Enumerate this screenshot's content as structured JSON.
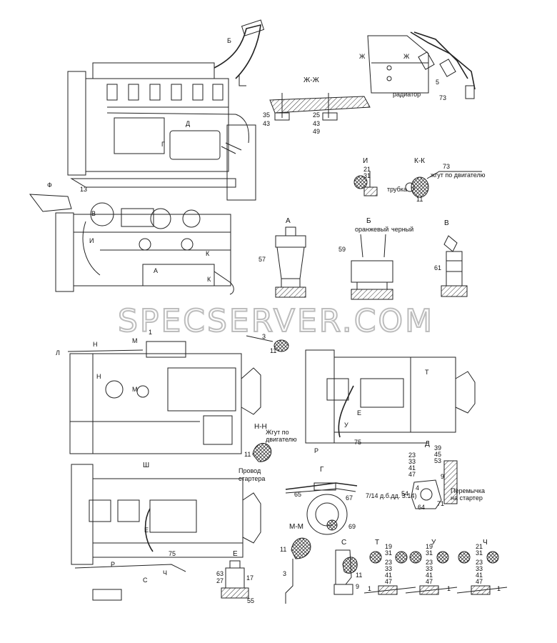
{
  "watermark": "SPECSERVER.COM",
  "sections": {
    "zh_zh": "Ж-Ж",
    "i": "И",
    "k_k": "К-К",
    "a": "А",
    "b": "Б",
    "v": "В",
    "n_n": "Н-Н",
    "d": "Д",
    "g": "Г",
    "m_m": "М-М",
    "sh": "Ш",
    "e": "Е",
    "s": "С",
    "t": "Т",
    "u": "У",
    "ch": "Ч"
  },
  "captions": {
    "radiator": "радиатор",
    "harness_engine": "жгут по двигателю",
    "tube": "трубка",
    "orange": "оранжевый",
    "black": "черный",
    "harness_engine_2a": "Жгут по",
    "harness_engine_2b": "двигателю",
    "starter_wire_a": "Провод",
    "starter_wire_b": "стартера",
    "jumper_a": "Перемычка",
    "jumper_b": "на стартер",
    "bolt_callout": "7/14 д.б.дд. 3.14)"
  },
  "view_marks": {
    "b_top": "Б",
    "d_engine": "Д",
    "g_engine": "Г",
    "zh_left": "Ж",
    "zh_right": "Ж",
    "f": "Ф",
    "num_13": "13",
    "v_engine": "В",
    "i_engine": "И",
    "k_upper": "К",
    "a_engine": "А",
    "k_lower": "К",
    "one_mark": "1",
    "l": "Л",
    "n_top": "Н",
    "m_top": "М",
    "n_mid": "Н",
    "m_mid": "М",
    "t_trans": "Т",
    "e_trans": "Е",
    "u_trans": "У",
    "r_trans": "Р",
    "e_lower": "Е",
    "r_lower": "Р",
    "s_lower": "С",
    "ch_lower": "Ч"
  },
  "callouts": {
    "zhzh_35": "35",
    "zhzh_43a": "43",
    "zhzh_25": "25",
    "zhzh_43b": "43",
    "zhzh_49": "49",
    "zhsec_5": "5",
    "zhsec_73": "73",
    "i_21": "21",
    "i_31": "31",
    "kk_73": "73",
    "kk_11": "11",
    "a_57": "57",
    "b_59": "59",
    "v_61": "61",
    "trans_3": "3",
    "trans_11": "11",
    "nn_11": "11",
    "trans_75": "75",
    "d_23": "23",
    "d_33": "33",
    "d_41": "41",
    "d_47": "47",
    "d_39": "39",
    "d_45": "45",
    "d_53": "53",
    "d_9": "9",
    "d_4": "4",
    "d_64": "64",
    "d_71": "71",
    "d_54": "54",
    "g_65": "65",
    "g_67": "67",
    "g_69": "69",
    "sh_75": "75",
    "mm_11": "11",
    "mm_3": "3",
    "e_63": "63",
    "e_27": "27",
    "e_17": "17",
    "e_55": "55",
    "s_11": "11",
    "s_9": "9",
    "t_19": "19",
    "t_31": "31",
    "t_23": "23",
    "t_33": "33",
    "t_41": "41",
    "t_47": "47",
    "t_1": "1",
    "u_19": "19",
    "u_31": "31",
    "u_23": "23",
    "u_33": "33",
    "u_41": "41",
    "u_47": "47",
    "u_1": "1",
    "ch_21": "21",
    "ch_31": "31",
    "ch_23": "23",
    "ch_33": "33",
    "ch_41": "41",
    "ch_47": "47",
    "ch_1": "1"
  }
}
